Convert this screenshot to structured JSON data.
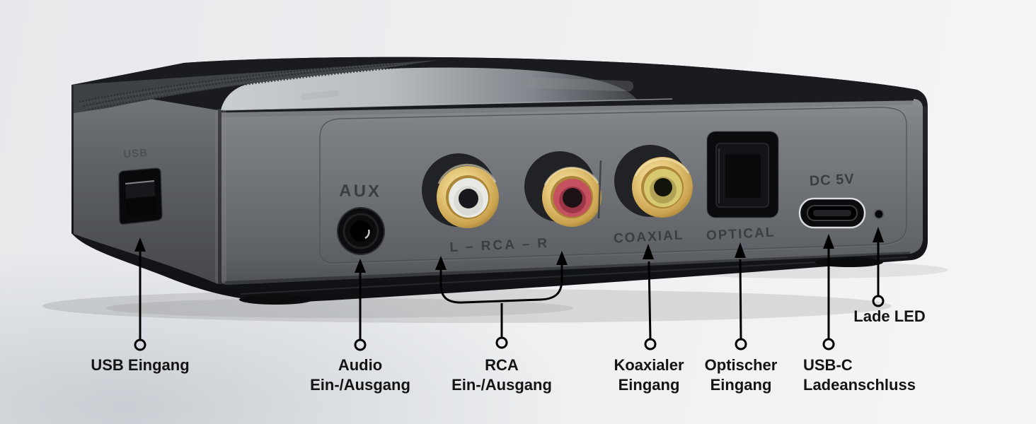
{
  "device": {
    "engravings": {
      "usb": "USB",
      "aux": "AUX",
      "rca": "L – RCA – R",
      "coaxial": "COAXIAL",
      "optical": "OPTICAL",
      "dc5v": "DC 5V"
    },
    "colors": {
      "body": "#6e7176",
      "side_panel": "#5e6166",
      "top_gloss": "#191b1f",
      "base": "#121316",
      "gold": "#d9b968",
      "rca_white": "#e9e9e5",
      "rca_red": "#c5505f",
      "rca_yellow": "#d6c96f",
      "engraving": "#383b40",
      "engraving_side": "#4b4e53"
    }
  },
  "annotations": {
    "arrow_color": "#000000",
    "text_color": "#141414",
    "labels": {
      "usb": {
        "line1": "USB Eingang"
      },
      "aux": {
        "line1": "Audio",
        "line2": "Ein-/Ausgang"
      },
      "rca": {
        "line1": "RCA",
        "line2": "Ein-/Ausgang"
      },
      "coaxial": {
        "line1": "Koaxialer",
        "line2": "Eingang"
      },
      "optical": {
        "line1": "Optischer",
        "line2": "Eingang"
      },
      "usb_c": {
        "line1": "USB-C",
        "line2": "Ladeanschluss"
      },
      "led": {
        "line1": "Lade LED"
      }
    }
  },
  "background": {
    "bright": "#f4f5f6",
    "base": "#edeff1",
    "bottom_left_shade": "#dfe3e7"
  }
}
